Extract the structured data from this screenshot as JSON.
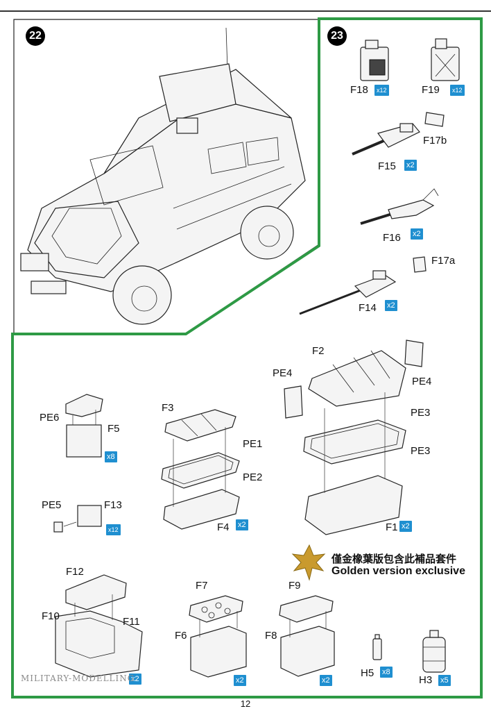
{
  "page_number": "12",
  "colors": {
    "frame_green": "#2e9a45",
    "badge_blue": "#1f8fd0",
    "leaf_gold": "#c99a2e"
  },
  "steps": [
    {
      "number": "22"
    },
    {
      "number": "23"
    }
  ],
  "parts": [
    {
      "id": "F18",
      "qty": "x12"
    },
    {
      "id": "F19",
      "qty": "x12"
    },
    {
      "id": "F17b",
      "qty": ""
    },
    {
      "id": "F15",
      "qty": "x2"
    },
    {
      "id": "F16",
      "qty": "x2"
    },
    {
      "id": "F17a",
      "qty": ""
    },
    {
      "id": "F14",
      "qty": "x2"
    },
    {
      "id": "F2",
      "qty": ""
    },
    {
      "id": "PE4",
      "qty": ""
    },
    {
      "id": "PE4",
      "qty": ""
    },
    {
      "id": "PE3",
      "qty": ""
    },
    {
      "id": "PE3",
      "qty": ""
    },
    {
      "id": "F1",
      "qty": "x2"
    },
    {
      "id": "F3",
      "qty": ""
    },
    {
      "id": "PE1",
      "qty": ""
    },
    {
      "id": "PE2",
      "qty": ""
    },
    {
      "id": "F4",
      "qty": "x2"
    },
    {
      "id": "PE6",
      "qty": ""
    },
    {
      "id": "F5",
      "qty": "x8"
    },
    {
      "id": "PE5",
      "qty": ""
    },
    {
      "id": "F13",
      "qty": "x12"
    },
    {
      "id": "F12",
      "qty": ""
    },
    {
      "id": "F10",
      "qty": ""
    },
    {
      "id": "F11",
      "qty": "x2"
    },
    {
      "id": "F7",
      "qty": ""
    },
    {
      "id": "F6",
      "qty": "x2"
    },
    {
      "id": "F9",
      "qty": ""
    },
    {
      "id": "F8",
      "qty": "x2"
    },
    {
      "id": "H5",
      "qty": "x8"
    },
    {
      "id": "H3",
      "qty": "x5"
    }
  ],
  "golden_note": {
    "chinese": "僅金橡葉版包含此補品套件",
    "english": "Golden version exclusive"
  },
  "watermark": "MILITARY-MODELLING"
}
